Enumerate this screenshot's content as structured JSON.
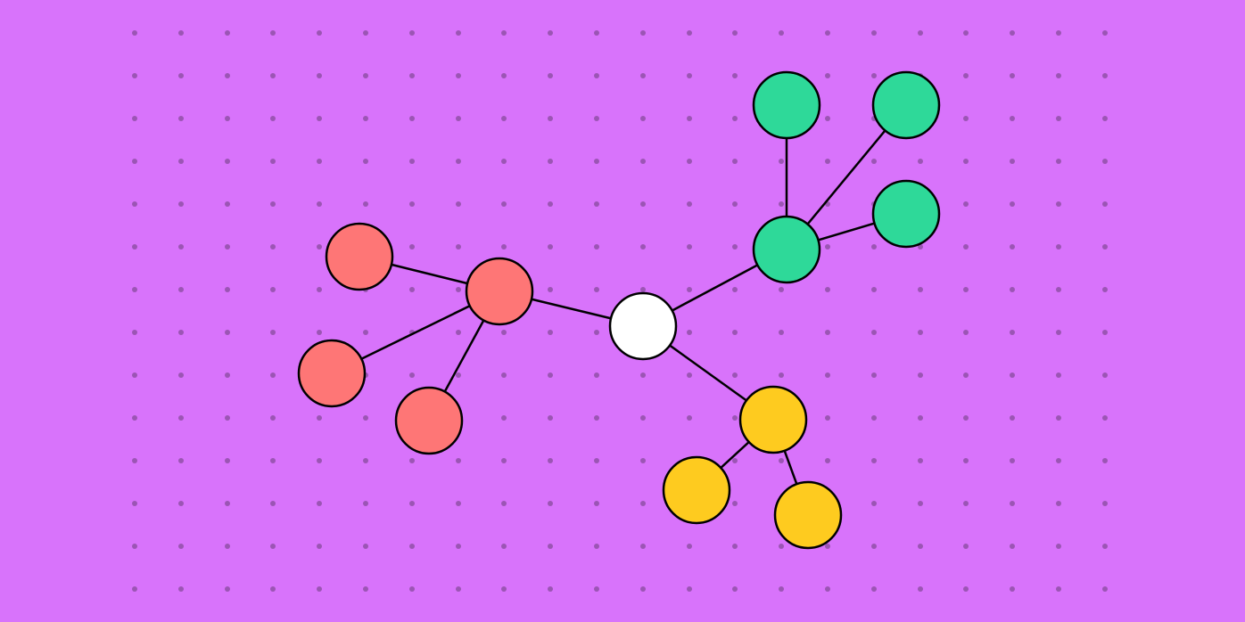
{
  "colors": {
    "background": "#d873fb",
    "dot": "#9b55b4",
    "stroke": "#000000",
    "center": "#ffffff",
    "red": "#fe7676",
    "green": "#2ed999",
    "yellow": "#fecb1f"
  },
  "diagram": {
    "type": "mind-map",
    "root": "center",
    "nodes": [
      {
        "id": "center",
        "group": "center"
      },
      {
        "id": "red-hub",
        "group": "red"
      },
      {
        "id": "red-leaf-1",
        "group": "red"
      },
      {
        "id": "red-leaf-2",
        "group": "red"
      },
      {
        "id": "red-leaf-3",
        "group": "red"
      },
      {
        "id": "green-hub",
        "group": "green"
      },
      {
        "id": "green-leaf-1",
        "group": "green"
      },
      {
        "id": "green-leaf-2",
        "group": "green"
      },
      {
        "id": "green-leaf-3",
        "group": "green"
      },
      {
        "id": "yellow-hub",
        "group": "yellow"
      },
      {
        "id": "yellow-leaf-1",
        "group": "yellow"
      },
      {
        "id": "yellow-leaf-2",
        "group": "yellow"
      }
    ],
    "edges": [
      [
        "center",
        "red-hub"
      ],
      [
        "center",
        "green-hub"
      ],
      [
        "center",
        "yellow-hub"
      ],
      [
        "red-hub",
        "red-leaf-1"
      ],
      [
        "red-hub",
        "red-leaf-2"
      ],
      [
        "red-hub",
        "red-leaf-3"
      ],
      [
        "green-hub",
        "green-leaf-1"
      ],
      [
        "green-hub",
        "green-leaf-2"
      ],
      [
        "green-hub",
        "green-leaf-3"
      ],
      [
        "yellow-hub",
        "yellow-leaf-1"
      ],
      [
        "yellow-hub",
        "yellow-leaf-2"
      ]
    ]
  }
}
